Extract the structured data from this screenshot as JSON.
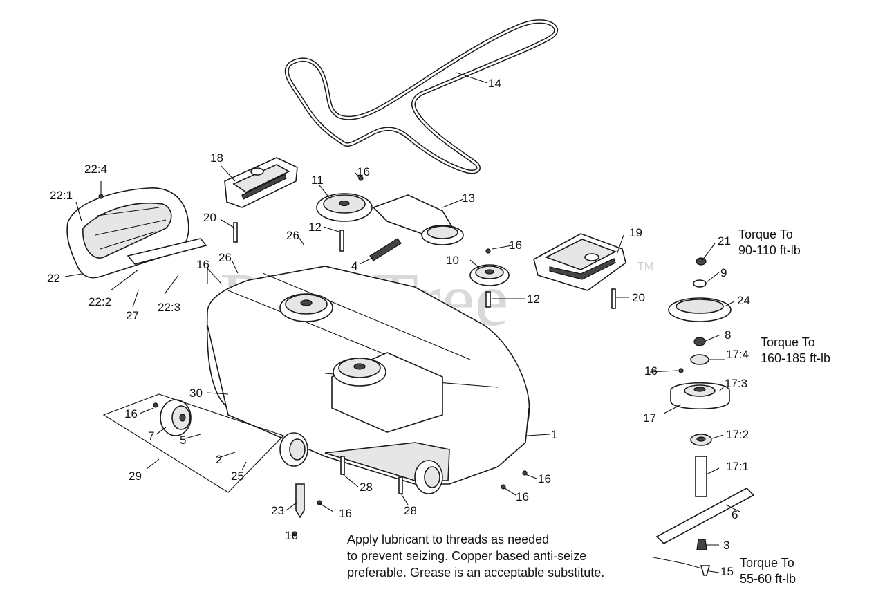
{
  "watermark": {
    "brand": "PartsTree",
    "tm": "TM"
  },
  "callouts": {
    "c1": "1",
    "c2": "2",
    "c3": "3",
    "c4": "4",
    "c5": "5",
    "c6": "6",
    "c7": "7",
    "c8": "8",
    "c9": "9",
    "c10": "10",
    "c11": "11",
    "c12a": "12",
    "c12b": "12",
    "c13": "13",
    "c14": "14",
    "c15": "15",
    "c16a": "16",
    "c16b": "16",
    "c16c": "16",
    "c16d": "16",
    "c16e": "16",
    "c16f": "16",
    "c16g": "16",
    "c16h": "16",
    "c16i": "16",
    "c17": "17",
    "c17_1": "17:1",
    "c17_2": "17:2",
    "c17_3": "17:3",
    "c17_4": "17:4",
    "c18": "18",
    "c19": "19",
    "c20a": "20",
    "c20b": "20",
    "c21": "21",
    "c22": "22",
    "c22_1": "22:1",
    "c22_2": "22:2",
    "c22_3": "22:3",
    "c22_4": "22:4",
    "c23": "23",
    "c24": "24",
    "c25": "25",
    "c26a": "26",
    "c26b": "26",
    "c27": "27",
    "c28a": "28",
    "c28b": "28",
    "c29": "29",
    "c30": "30"
  },
  "torque_notes": {
    "t1_line1": "Torque To",
    "t1_line2": "90-110 ft-lb",
    "t2_line1": "Torque To",
    "t2_line2": "160-185 ft-lb",
    "t3_line1": "Torque To",
    "t3_line2": "55-60 ft-lb"
  },
  "lubricant_note": {
    "line1": "Apply lubricant to threads as needed",
    "line2": "to prevent seizing. Copper based anti-seize",
    "line3": "preferable. Grease is an acceptable substitute."
  }
}
